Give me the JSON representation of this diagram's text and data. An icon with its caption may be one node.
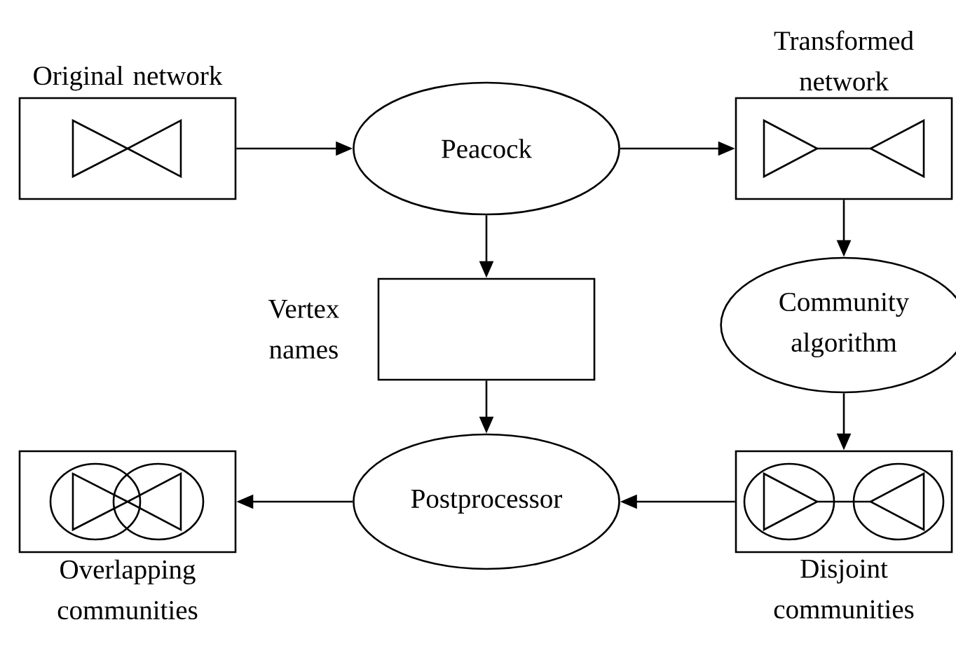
{
  "diagram": {
    "nodes": [
      {
        "text": [
          "Original network"
        ]
      },
      {
        "text": [
          "Peacock"
        ]
      },
      {
        "text": [
          "Transformed network"
        ]
      },
      {
        "text": [
          "Vertex names"
        ]
      },
      {
        "text": [
          "Community algorithm"
        ]
      },
      {
        "text": [
          "Disjoint communities"
        ]
      },
      {
        "text": [
          "Postprocessor"
        ]
      },
      {
        "text": [
          "Overlapping communities"
        ]
      }
    ],
    "edges": [
      {
        "from": 0,
        "to": 1,
        "arrow": "to"
      },
      {
        "from": 1,
        "to": 2,
        "arrow": "to"
      },
      {
        "from": 1,
        "to": 3,
        "arrow": "to"
      },
      {
        "from": 2,
        "to": 4,
        "arrow": "to"
      },
      {
        "from": 3,
        "to": 6,
        "arrow": "to"
      },
      {
        "from": 4,
        "to": 5,
        "arrow": "to"
      },
      {
        "from": 5,
        "to": 6,
        "arrow": "to"
      },
      {
        "from": 6,
        "to": 7,
        "arrow": "to"
      }
    ]
  }
}
